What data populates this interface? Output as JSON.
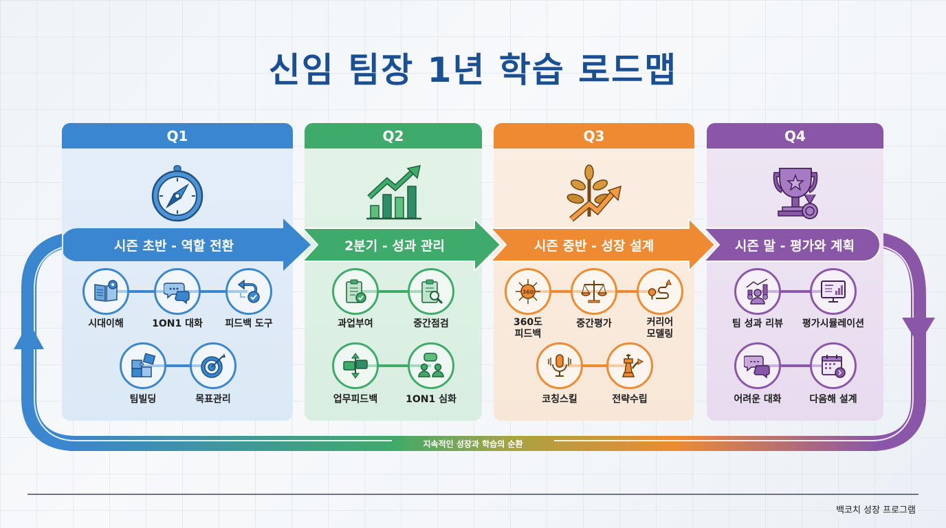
{
  "title": "신임 팀장 1년 학습 로드맵",
  "colors": {
    "title": "#1a4f93",
    "q1": "#3a86cf",
    "q1_bg": "#e4eef8",
    "q2": "#3eab6a",
    "q2_bg": "#e3f3e8",
    "q3": "#ee8a32",
    "q3_bg": "#fbeee2",
    "q4": "#8a57a8",
    "q4_bg": "#eee6f3"
  },
  "quarters": [
    {
      "label": "Q1",
      "icon": "compass-icon",
      "banner": "시즌 초반 - 역할 전환",
      "items": [
        {
          "label": "시대이해",
          "icon": "book-gear-icon"
        },
        {
          "label": "1ON1 대화",
          "icon": "chat-bubbles-icon"
        },
        {
          "label": "피드백 도구",
          "icon": "feedback-loop-icon"
        },
        {
          "label": "팀빌딩",
          "icon": "puzzle-icon"
        },
        {
          "label": "목표관리",
          "icon": "target-icon"
        }
      ]
    },
    {
      "label": "Q2",
      "icon": "growth-chart-icon",
      "banner": "2분기 - 성과 관리",
      "items": [
        {
          "label": "과업부여",
          "icon": "clipboard-check-icon"
        },
        {
          "label": "중간점검",
          "icon": "clipboard-search-icon"
        },
        {
          "label": "업무피드백",
          "icon": "exchange-icon"
        },
        {
          "label": "1ON1 심화",
          "icon": "people-chat-icon"
        }
      ]
    },
    {
      "label": "Q3",
      "icon": "plant-growth-icon",
      "banner": "시즌 중반 - 성장 설계",
      "items": [
        {
          "label": "360도\n피드백",
          "icon": "360-icon"
        },
        {
          "label": "중간평가",
          "icon": "scale-icon"
        },
        {
          "label": "커리어\n모델링",
          "icon": "path-icon"
        },
        {
          "label": "코칭스킬",
          "icon": "microphone-icon"
        },
        {
          "label": "전략수립",
          "icon": "chess-icon"
        }
      ]
    },
    {
      "label": "Q4",
      "icon": "trophy-icon",
      "banner": "시즌 말 - 평가와 계획",
      "items": [
        {
          "label": "팀 성과 리뷰",
          "icon": "team-chart-icon"
        },
        {
          "label": "평가시뮬레이션",
          "icon": "monitor-chart-icon"
        },
        {
          "label": "어려운 대화",
          "icon": "chat-icon"
        },
        {
          "label": "다음해 설계",
          "icon": "calendar-icon"
        }
      ]
    }
  ],
  "loop_label": "지속적인 성장과 학습의 순환",
  "footer": "백코치 성장 프로그램"
}
